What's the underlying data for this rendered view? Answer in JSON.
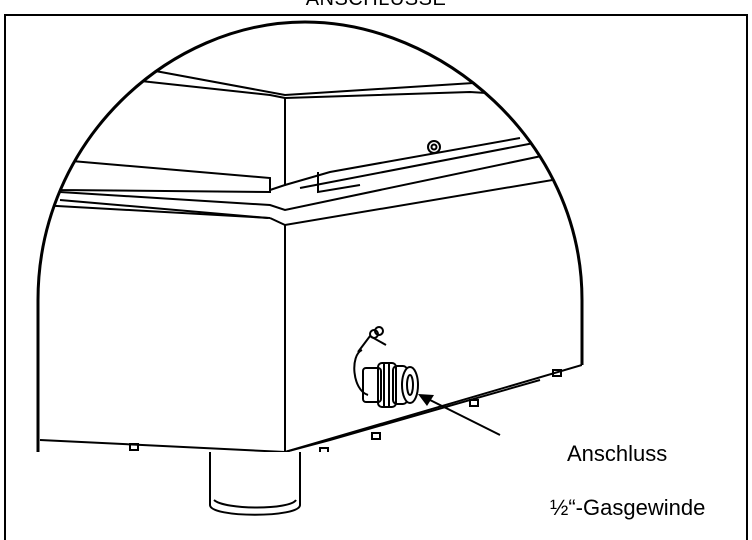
{
  "header": {
    "title": "ANSCHLÜSSE"
  },
  "callouts": {
    "line1": "Anschluss",
    "line2": "½“-Gasgewinde"
  }
}
